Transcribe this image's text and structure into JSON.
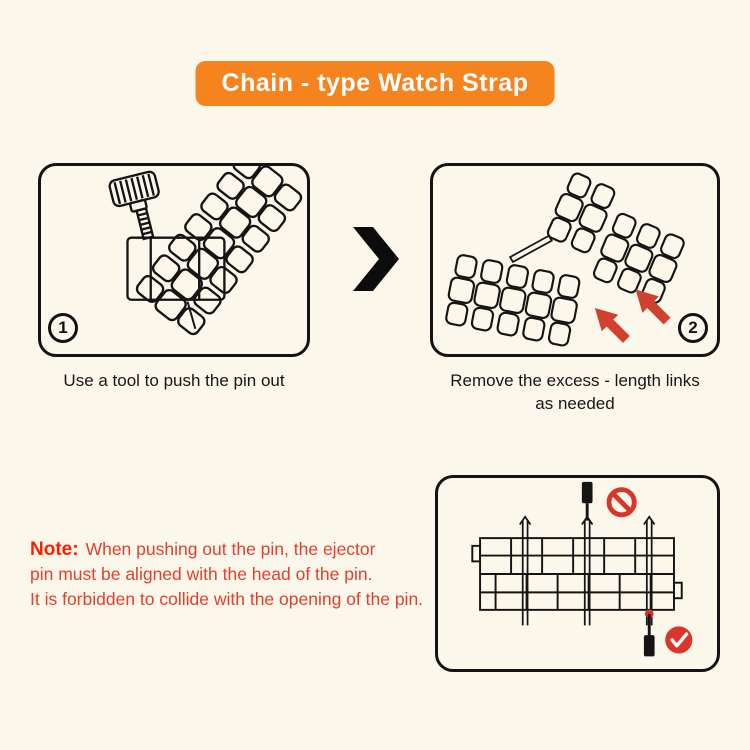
{
  "title": {
    "label": "Chain - type Watch Strap"
  },
  "steps": [
    {
      "number": "1",
      "caption": "Use a tool to push the pin out"
    },
    {
      "number": "2",
      "caption": "Remove the excess - length links as needed"
    }
  ],
  "note": {
    "label": "Note:",
    "line1": "When pushing out the pin, the ejector",
    "line2": "pin must be aligned with the head of the pin.",
    "line3": "It is forbidden to collide with the opening of the pin."
  },
  "icons": {
    "next_arrow": "chevron-right",
    "prohibited": "no-collision",
    "check": "correct-alignment",
    "red_arrows": "push-links-together"
  },
  "colors": {
    "background": "#fcf7eb",
    "banner_orange": "#f5831e",
    "note_red": "#e2402e",
    "icon_red": "#d8362a",
    "line_black": "#141414"
  }
}
